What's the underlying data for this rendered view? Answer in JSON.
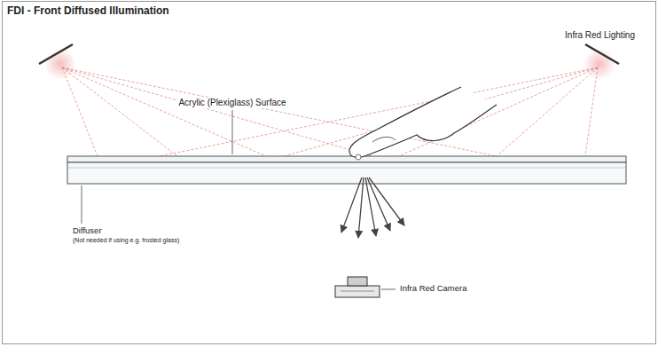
{
  "diagram": {
    "title": "FDI - Front Diffused Illumination",
    "labels": [
      "Infra Red Lighting",
      "Acrylic (Plexiglass) Surface",
      "Diffuser",
      "(Not needed if using e.g. frosted glass)",
      "Infra Red Camera"
    ]
  }
}
